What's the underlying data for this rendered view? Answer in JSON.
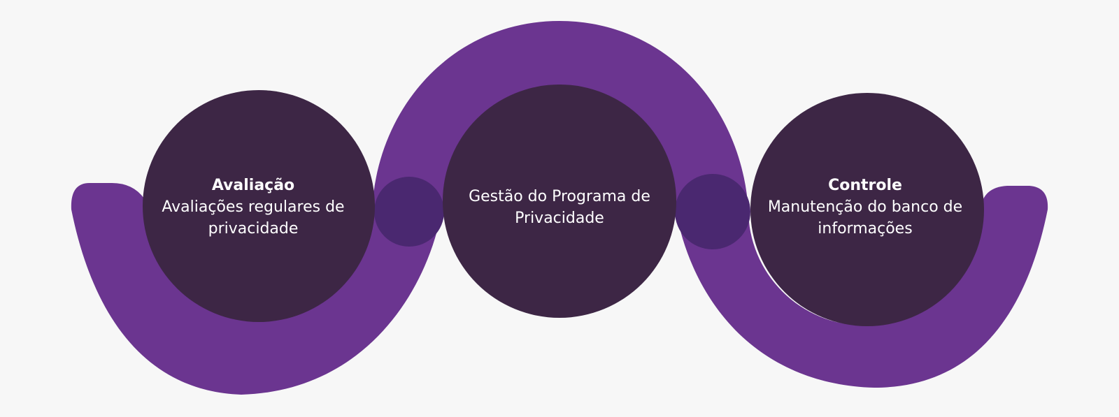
{
  "colors": {
    "background": "#f7f7f7",
    "ribbon": "#6b3590",
    "circle": "#3d2645",
    "connector": "#4a2870",
    "text": "#ffffff"
  },
  "nodes": [
    {
      "title": "Avaliação",
      "description": "Avaliações regulares de privacidade"
    },
    {
      "title": "",
      "description": "Gestão do Programa de Privacidade"
    },
    {
      "title": "Controle",
      "description": "Manutenção do banco de informações"
    }
  ]
}
